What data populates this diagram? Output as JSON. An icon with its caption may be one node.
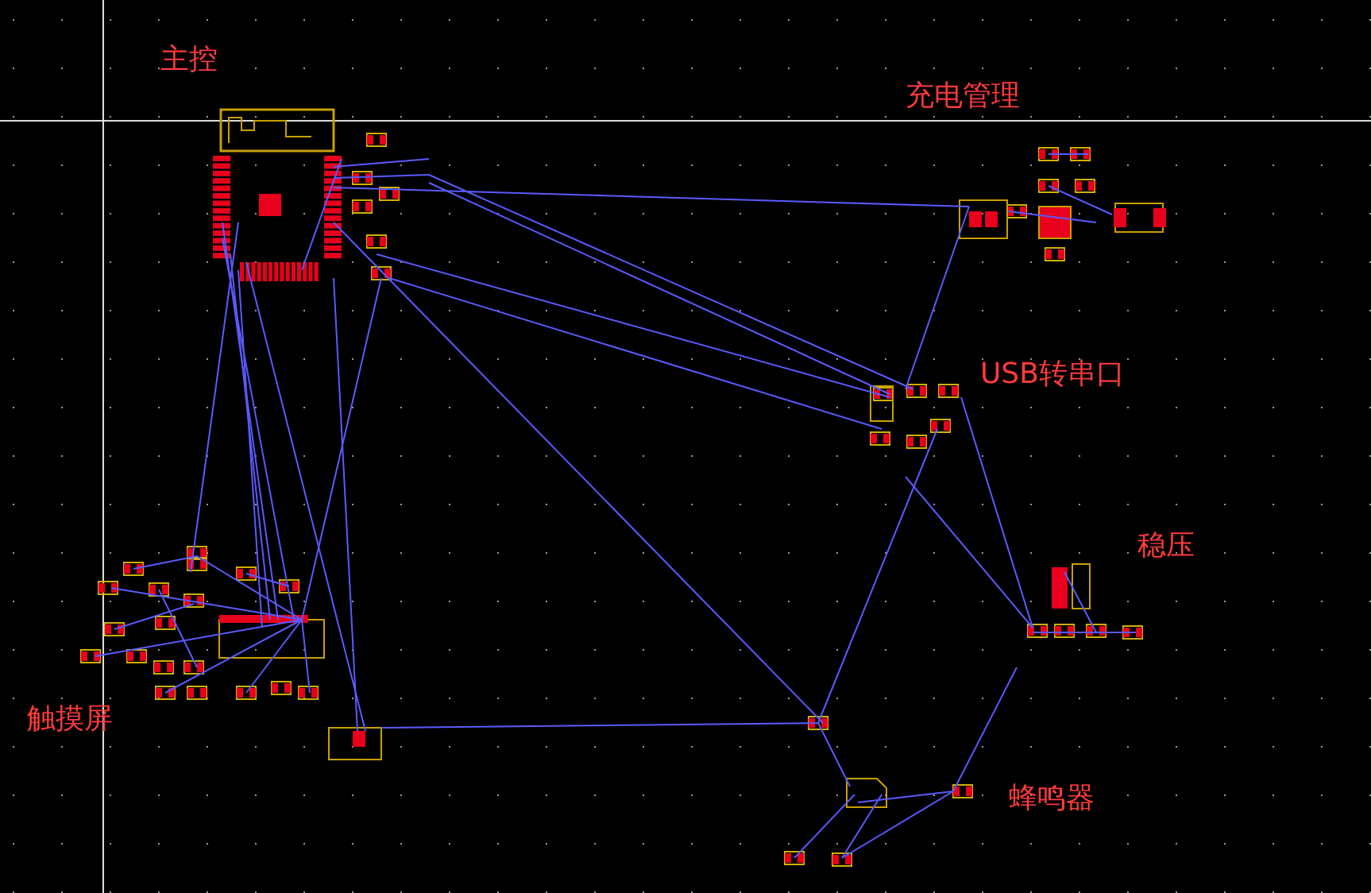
{
  "diagram": {
    "labels": [
      "主控",
      "充电管理",
      "USB转串口",
      "稳压",
      "触摸屏",
      "蜂鸣器"
    ]
  }
}
